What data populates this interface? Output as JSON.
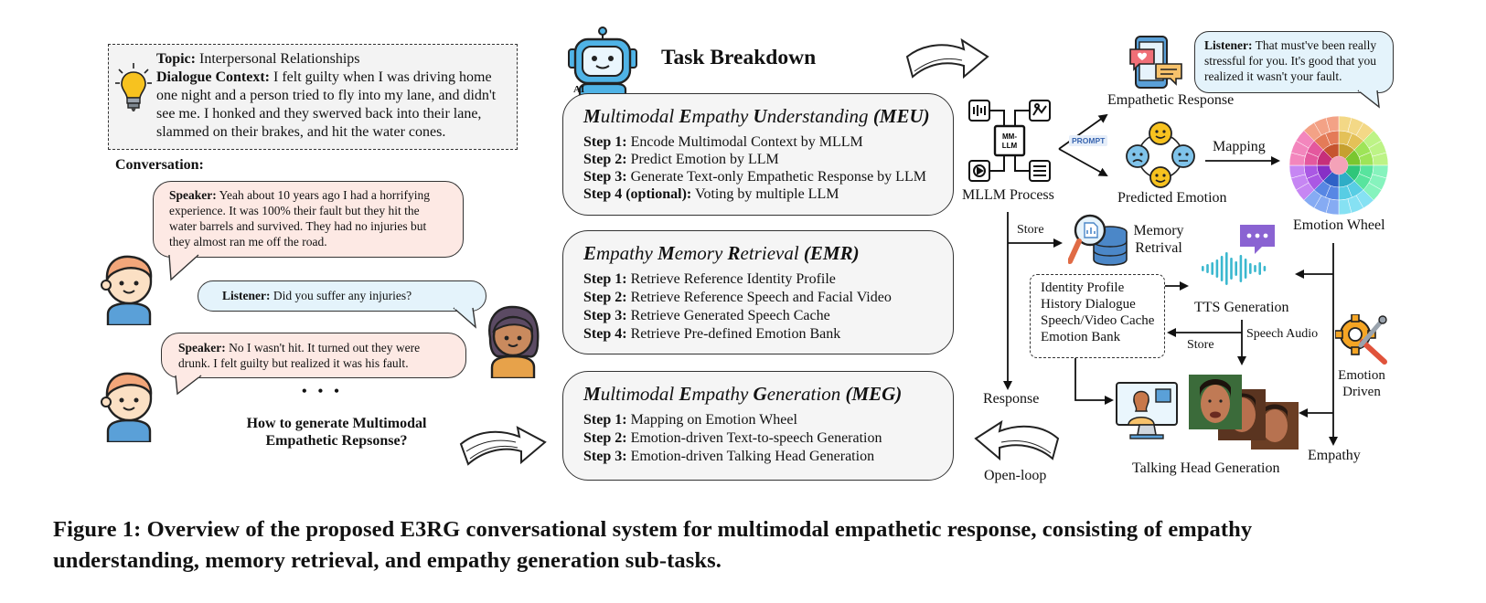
{
  "context": {
    "topic_label": "Topic:",
    "topic_value": "Interpersonal Relationships",
    "dialogue_label": "Dialogue Context:",
    "dialogue_lines": [
      "I felt guilty when I was driving home",
      "one night and a person tried to fly into my lane, and didn't",
      "see me. I honked and they swerved back into their lane,",
      "slammed on their brakes, and hit the water cones."
    ]
  },
  "conversation_label": "Conversation:",
  "bubbles": {
    "speaker1": {
      "label": "Speaker:",
      "lines": [
        "Yeah about 10 years ago I had a horrifying",
        "experience. It was 100% their fault but they hit the",
        "water barrels and survived. They had no injuries but",
        "they almost ran me off the road."
      ]
    },
    "listener1": {
      "label": "Listener:",
      "text": "Did you suffer any injuries?"
    },
    "speaker2": {
      "label": "Speaker:",
      "lines": [
        "No I wasn't hit. It turned out they were",
        "drunk. I felt guilty but realized it was his fault."
      ]
    }
  },
  "ellipsis": "• • •",
  "question_lines": [
    "How to generate Multimodal",
    "Empathetic Repsonse?"
  ],
  "task_breakdown_title": "Task Breakdown",
  "robot_badge": "AI",
  "panels": [
    {
      "title_parts": [
        [
          "M",
          "ultimodal "
        ],
        [
          "E",
          "mpathy "
        ],
        [
          "U",
          "nderstanding "
        ]
      ],
      "title_abbr": "(MEU)",
      "steps": [
        {
          "label": "Step 1:",
          "text": "Encode Multimodal Context by MLLM"
        },
        {
          "label": "Step 2:",
          "text": "Predict Emotion by LLM"
        },
        {
          "label": "Step 3:",
          "text": "Generate Text-only Empathetic Response by LLM"
        },
        {
          "label": "Step 4 (optional):",
          "text": "Voting by multiple LLM"
        }
      ]
    },
    {
      "title_parts": [
        [
          "E",
          "mpathy "
        ],
        [
          "M",
          "emory "
        ],
        [
          "R",
          "etrieval "
        ]
      ],
      "title_abbr": "(EMR)",
      "steps": [
        {
          "label": "Step 1:",
          "text": "Retrieve Reference Identity Profile"
        },
        {
          "label": "Step 2:",
          "text": "Retrieve Reference Speech and Facial Video"
        },
        {
          "label": "Step 3:",
          "text": "Retrieve Generated Speech Cache"
        },
        {
          "label": "Step 4:",
          "text": "Retrieve Pre-defined Emotion Bank"
        }
      ]
    },
    {
      "title_parts": [
        [
          "M",
          "ultimodal "
        ],
        [
          "E",
          "mpathy "
        ],
        [
          "G",
          "eneration "
        ]
      ],
      "title_abbr": "(MEG)",
      "steps": [
        {
          "label": "Step 1:",
          "text": "Mapping on Emotion Wheel"
        },
        {
          "label": "Step 2:",
          "text": "Emotion-driven Text-to-speech Generation"
        },
        {
          "label": "Step 3:",
          "text": "Emotion-driven Talking Head Generation"
        }
      ]
    }
  ],
  "flow": {
    "mllm_chip": [
      "MM-",
      "LLM"
    ],
    "mllm_process": "MLLM Process",
    "prompt_tag": "PROMPT",
    "empathetic_response": "Empathetic Response",
    "listener_label": "Listener:",
    "listener_lines": [
      "That must've been really",
      "stressful for you. It's good that you",
      "realized it wasn't your fault."
    ],
    "predicted_emotion": "Predicted Emotion",
    "mapping": "Mapping",
    "emotion_wheel": "Emotion Wheel",
    "store_top": "Store",
    "memory_retrival": [
      "Memory",
      "Retrival"
    ],
    "memory_items": [
      "Identity Profile",
      "History Dialogue",
      "Speech/Video Cache",
      "Emotion Bank"
    ],
    "tts_generation": "TTS Generation",
    "speech_audio": "Speech Audio",
    "store_bottom": "Store",
    "response": "Response",
    "open_loop": "Open-loop",
    "emotion_driven": [
      "Emotion",
      "Driven"
    ],
    "empathy": "Empathy",
    "talking_head": "Talking Head Generation"
  },
  "caption_lines": [
    "Figure 1: Overview of the proposed E3RG conversational system for multimodal empathetic response, consisting of empathy",
    "understanding, memory retrieval, and empathy generation sub-tasks."
  ],
  "colors": {
    "pink_bubble": "#fde9e4",
    "blue_bubble": "#e4f3fb",
    "panel_bg": "#f5f5f5",
    "robot": "#4fb3e6",
    "audio": "#3bb8cf",
    "chat_icon": "#8a63d2"
  }
}
